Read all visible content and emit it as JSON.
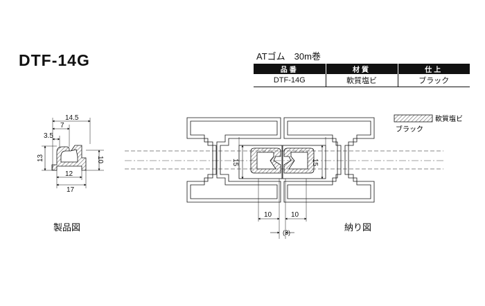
{
  "product_code": "DTF-14G",
  "spec": {
    "caption": "ATゴム　30m巻",
    "headers": [
      "品番",
      "材質",
      "仕上"
    ],
    "row": [
      "DTF-14G",
      "軟質塩ビ",
      "ブラック"
    ]
  },
  "legend": {
    "material": "軟質塩ビ",
    "finish": "ブラック"
  },
  "product_view": {
    "caption": "製品図",
    "dims": {
      "width_top": "14.5",
      "width_mid": "7",
      "width_small": "3.5",
      "height_total": "13",
      "height_right": "10",
      "base_inner": "12",
      "base_total": "17"
    }
  },
  "install_view": {
    "caption": "納り図",
    "dims": {
      "height_left": "15",
      "height_right": "15",
      "width_left": "10",
      "width_right": "10",
      "gap": "(3)"
    }
  },
  "colors": {
    "line": "#111111",
    "hatch": "#777777",
    "header_bg": "#111111"
  }
}
